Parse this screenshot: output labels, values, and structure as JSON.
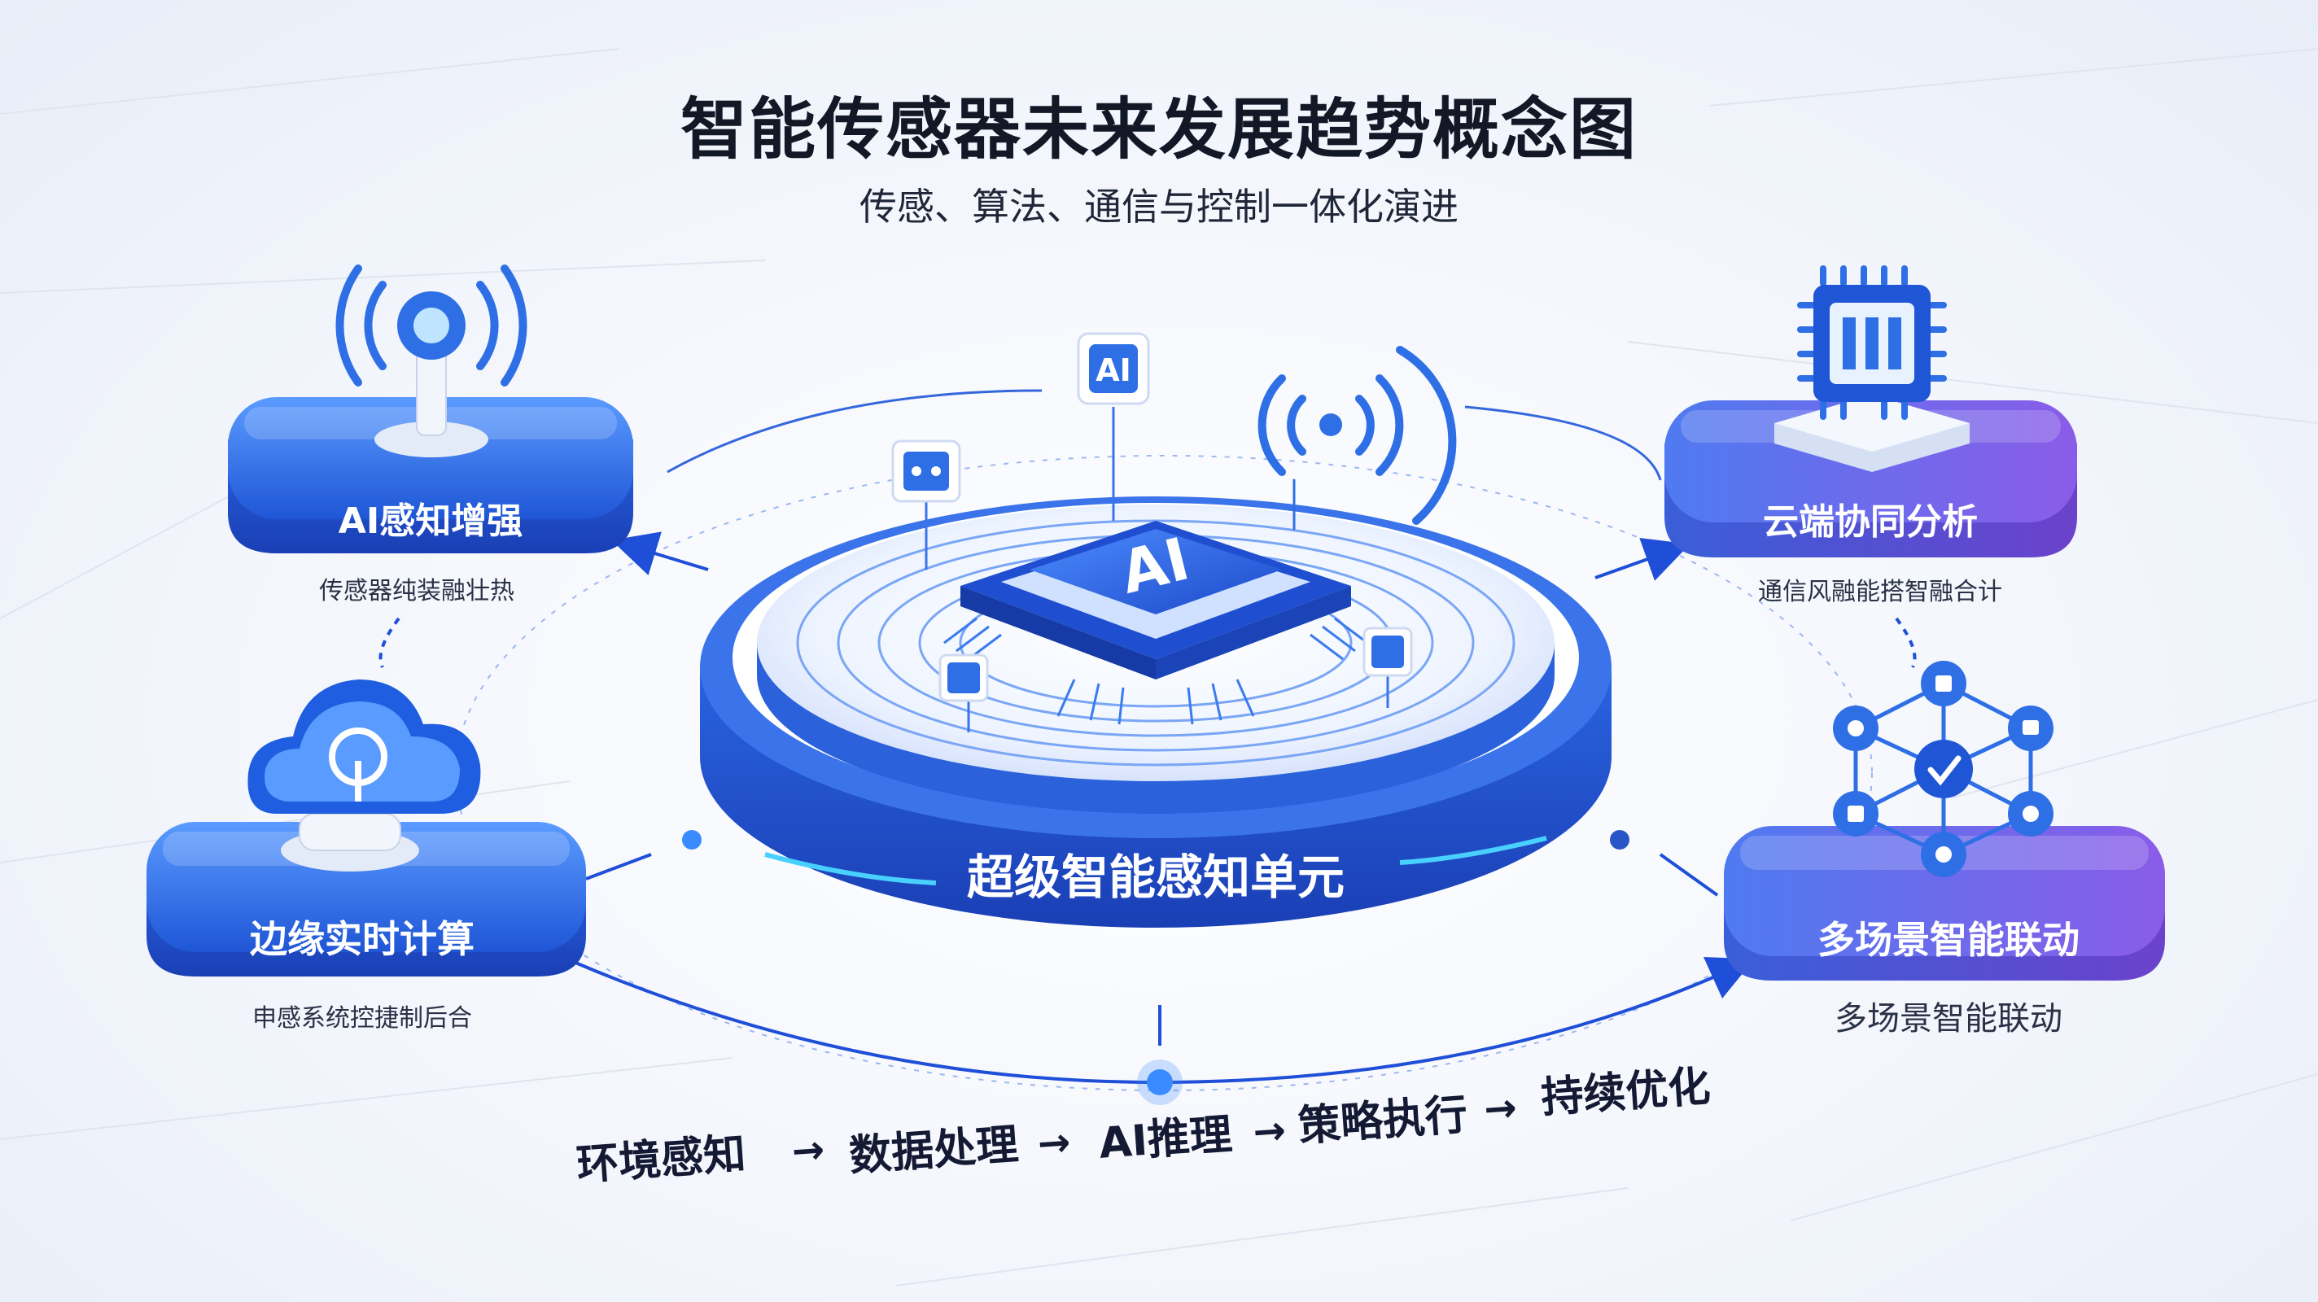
{
  "title": "智能传感器未来发展趋势概念图",
  "subtitle": "传感、算法、通信与控制一体化演进",
  "center": {
    "label": "超级智能感知单元",
    "chip_text": "AI",
    "badge_text": "AI"
  },
  "modules": {
    "ai_sensing": {
      "label": "AI感知增强",
      "caption": "传感器纯装融壮热"
    },
    "cloud_collab": {
      "label": "云端协同分析",
      "caption": "通信风融能搭智融合计"
    },
    "edge_compute": {
      "label": "边缘实时计算",
      "caption": "申感系统控捷制后合"
    },
    "multi_scene": {
      "label": "多场景智能联动",
      "caption": "多场景智能联动"
    }
  },
  "flow": {
    "steps": [
      "环境感知",
      "数据处理",
      "AI推理",
      "策略执行",
      "持续优化"
    ],
    "arrow": "→"
  },
  "colors": {
    "primary": "#2f6fe6",
    "deep": "#1f4fd8",
    "purple": "#7b5ae6",
    "cyan": "#3fc3ff"
  }
}
